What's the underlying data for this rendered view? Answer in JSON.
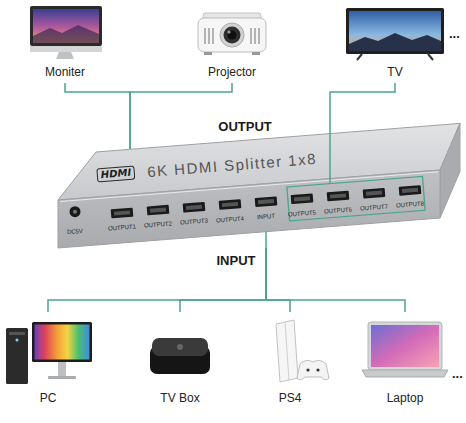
{
  "diagram": {
    "nodes": [
      {
        "text": [
          "Moniter"
        ]
      },
      {
        "text": [
          "Projector"
        ]
      },
      {
        "text": [
          "TV"
        ]
      },
      {
        "text": [
          "HDMI",
          "6K HDMI Splitter 1x8",
          "DC5V",
          "OUTPUT1",
          "OUTPUT2",
          "OUTPUT3",
          "OUTPUT4",
          "INPUT",
          "OUTPUT5",
          "OUTPUT6",
          "OUTPUT7",
          "OUTPUT8"
        ]
      },
      {
        "text": [
          "PC"
        ]
      },
      {
        "text": [
          "TV Box"
        ]
      },
      {
        "text": [
          "PS4"
        ]
      },
      {
        "text": [
          "Laptop"
        ]
      }
    ],
    "edges": [
      {
        "from": 3,
        "to": 0,
        "arrow": "none"
      },
      {
        "from": 3,
        "to": 1,
        "arrow": "none"
      },
      {
        "from": 3,
        "to": 2,
        "arrow": "none"
      },
      {
        "from": 4,
        "to": 3,
        "arrow": "none"
      },
      {
        "from": 5,
        "to": 3,
        "arrow": "none"
      },
      {
        "from": 6,
        "to": 3,
        "arrow": "none"
      },
      {
        "from": 7,
        "to": 3,
        "arrow": "none"
      }
    ],
    "labels": [
      "...",
      "OUTPUT",
      "INPUT",
      "..."
    ]
  }
}
